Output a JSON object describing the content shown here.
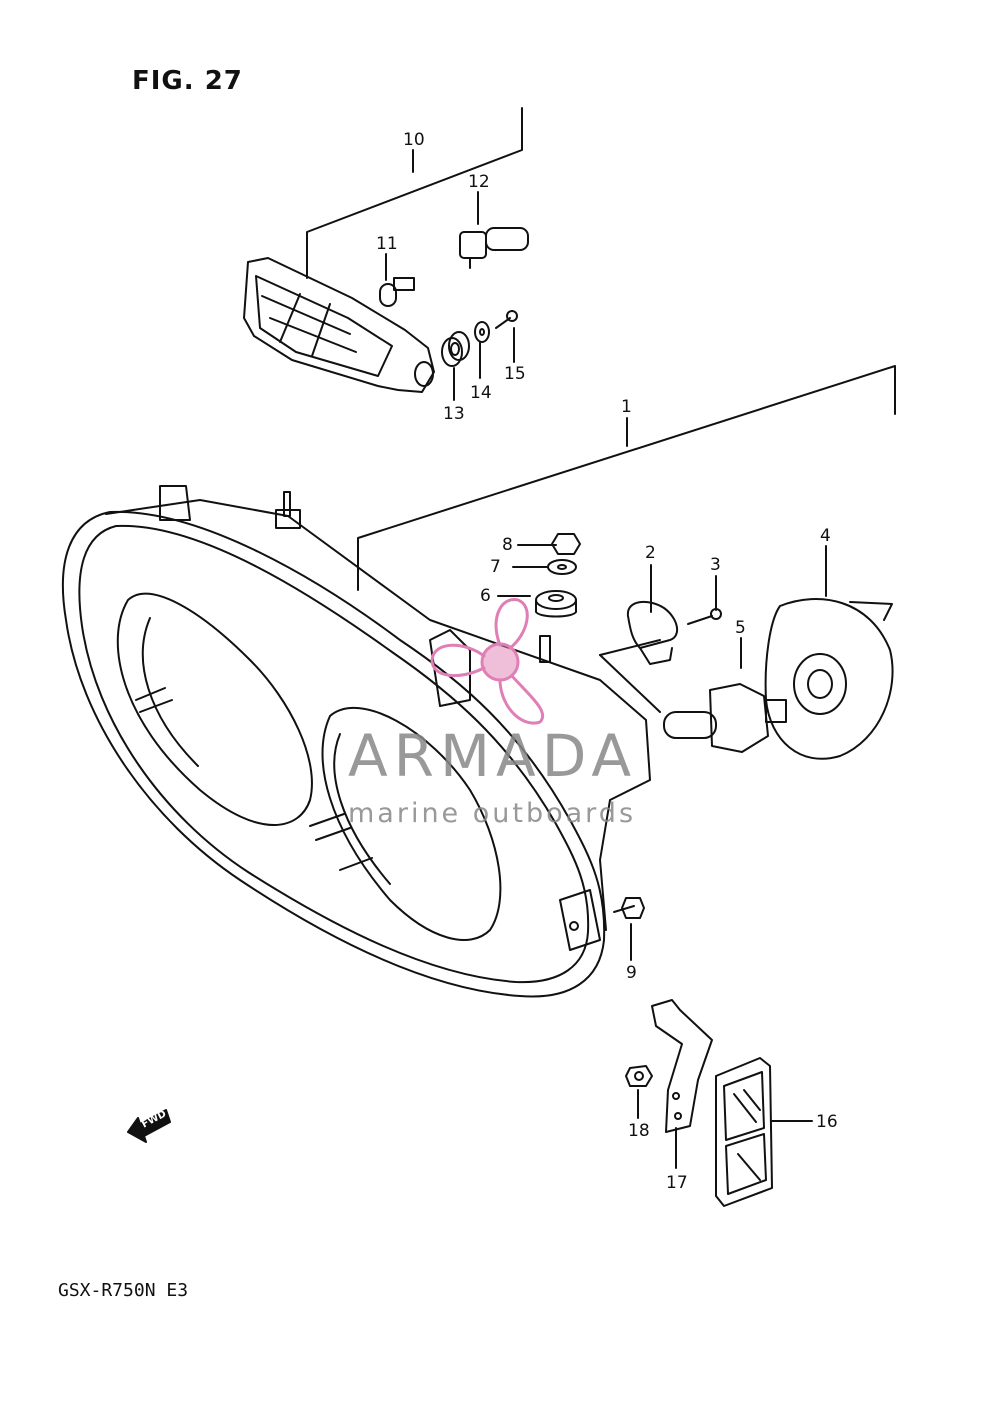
{
  "figure": {
    "title": "FIG. 27",
    "model": "GSX-R750N E3",
    "direction_label": "FWD"
  },
  "watermark": {
    "brand": "ARMADA",
    "tagline": "marine outboards",
    "logo_icon": "propeller-logo-icon",
    "brand_color": "#e07fb6"
  },
  "callouts": [
    "1",
    "2",
    "3",
    "4",
    "5",
    "6",
    "7",
    "8",
    "9",
    "10",
    "11",
    "12",
    "13",
    "14",
    "15",
    "16",
    "17",
    "18"
  ]
}
